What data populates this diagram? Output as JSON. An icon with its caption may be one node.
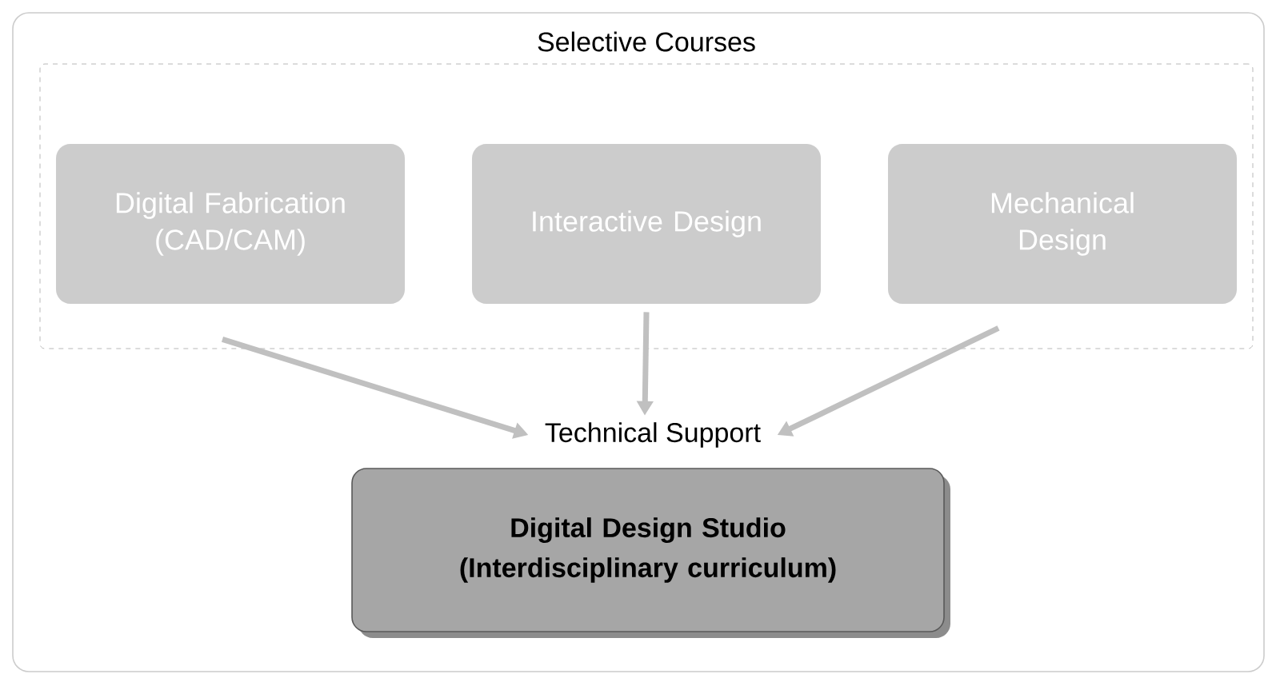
{
  "diagram": {
    "nodes": [
      {
        "text": [
          "Selective Courses"
        ]
      },
      {
        "text": [
          "Digital Fabrication (CAD/CAM)"
        ],
        "in": 0
      },
      {
        "text": [
          "Interactive Design"
        ],
        "in": 0
      },
      {
        "text": [
          "Mechanical Design"
        ],
        "in": 0
      },
      {
        "text": [
          "Technical Support"
        ]
      },
      {
        "text": [
          "Digital Design Studio (Interdisciplinary curriculum)"
        ]
      }
    ],
    "edges": [
      {
        "from": 1,
        "to": 4,
        "arrow": "to"
      },
      {
        "from": 2,
        "to": 4,
        "arrow": "to"
      },
      {
        "from": 3,
        "to": 4,
        "arrow": "to"
      }
    ]
  }
}
